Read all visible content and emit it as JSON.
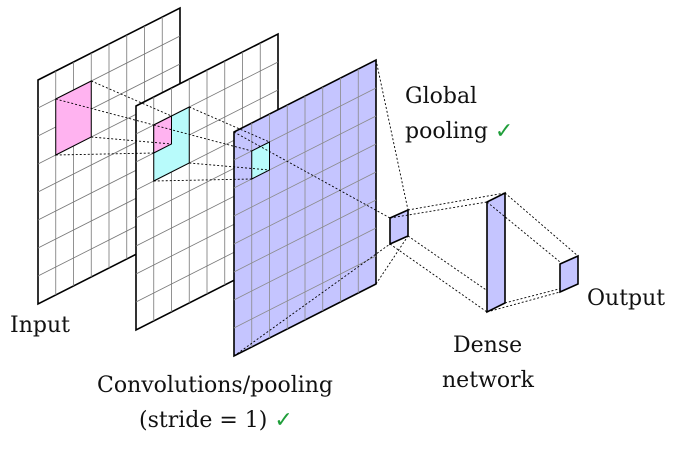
{
  "labels": {
    "input": "Input",
    "conv_line1": "Convolutions/pooling",
    "conv_line2": "(stride = 1)",
    "global_line1": "Global",
    "global_line2": "pooling",
    "dense_line1": "Dense",
    "dense_line2": "network",
    "output": "Output",
    "check_mark": "✓"
  },
  "colors": {
    "feature_map_fill": "#c5c5ff",
    "input_highlight": "#ffb3f0",
    "cyan_highlight": "#b8fbfb",
    "check_green": "#1f9e3a",
    "line": "#000000",
    "grid": "#777777"
  }
}
